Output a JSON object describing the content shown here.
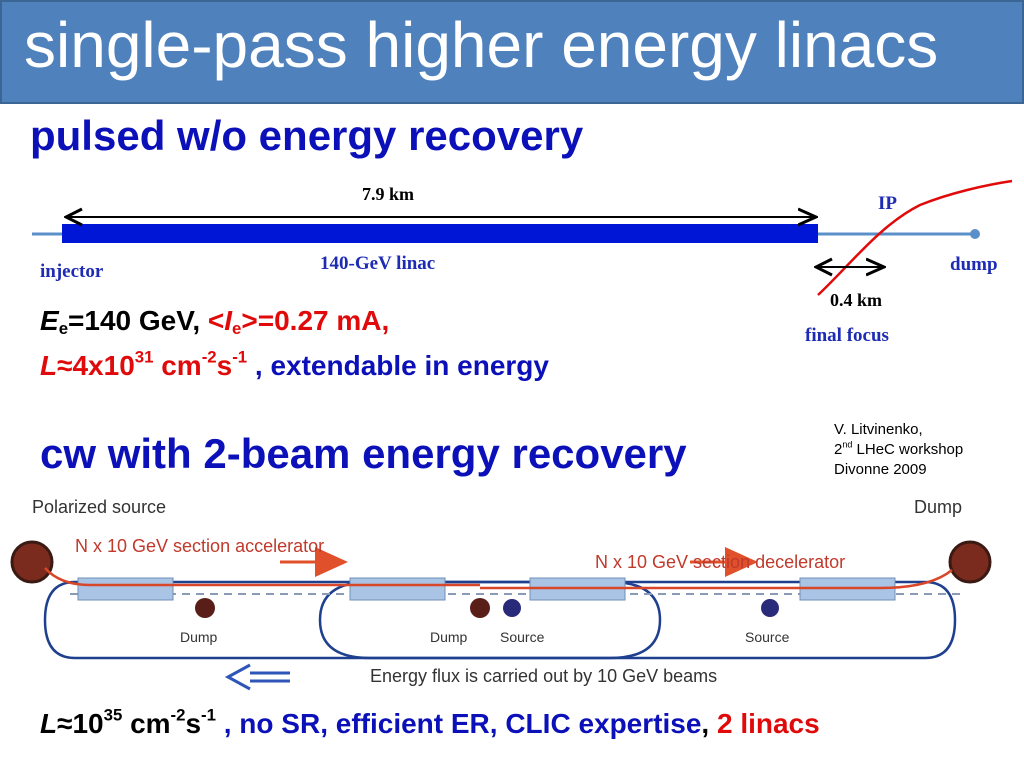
{
  "slide": {
    "title": "single-pass higher energy linacs",
    "section1_heading": "pulsed w/o energy recovery",
    "section2_heading": "cw with 2-beam energy recovery"
  },
  "linac_diagram": {
    "length_label": "7.9 km",
    "linac_label": "140-GeV linac",
    "injector_label": "injector",
    "ip_label": "IP",
    "dump_label": "dump",
    "ff_length_label": "0.4 km",
    "final_focus_label": "final focus"
  },
  "params": {
    "e_symbol": "E",
    "e_sub": "e",
    "e_value": "=140 GeV",
    "comma1": ", ",
    "current_open": "<",
    "current_symbol": "I",
    "current_sub": "e",
    "current_value": ">=0.27 mA,",
    "lum_symbol": "L",
    "lum_base": "≈4x10",
    "lum_exp": "31",
    "lum_unit1": " cm",
    "lum_unit1_exp": "-2",
    "lum_unit2": "s",
    "lum_unit2_exp": "-1",
    "lum_tail": " , extendable in energy"
  },
  "reference": {
    "line1": "V. Litvinenko,",
    "line2_pre": "2",
    "line2_sup": "nd",
    "line2_post": " LHeC workshop",
    "line3": "Divonne 2009"
  },
  "erl_diagram": {
    "polarized_source": "Polarized source",
    "dump_top": "Dump",
    "accelerator_label": "N x 10 GeV section accelerator",
    "decelerator_label": "N x 10 GeV section decelerator",
    "dump1": "Dump",
    "dump2": "Dump",
    "source1": "Source",
    "source2": "Source",
    "energy_flux": "Energy flux is carried out by 10 GeV beams"
  },
  "bottom_line": {
    "l_symbol": "L",
    "base": "≈10",
    "exp": "35",
    "unit1": " cm",
    "unit1_exp": "-2",
    "unit2": "s",
    "unit2_exp": "-1",
    "text": " , no SR, efficient ER, CLIC expertise",
    "comma": ", ",
    "highlight": "2 linacs"
  },
  "colors": {
    "title_bg": "#4f81bd",
    "heading_blue": "#0b10b8",
    "linac_blue": "#0016d6",
    "beam_red": "#e10a0a",
    "ring_blue": "#1f3f8f"
  }
}
